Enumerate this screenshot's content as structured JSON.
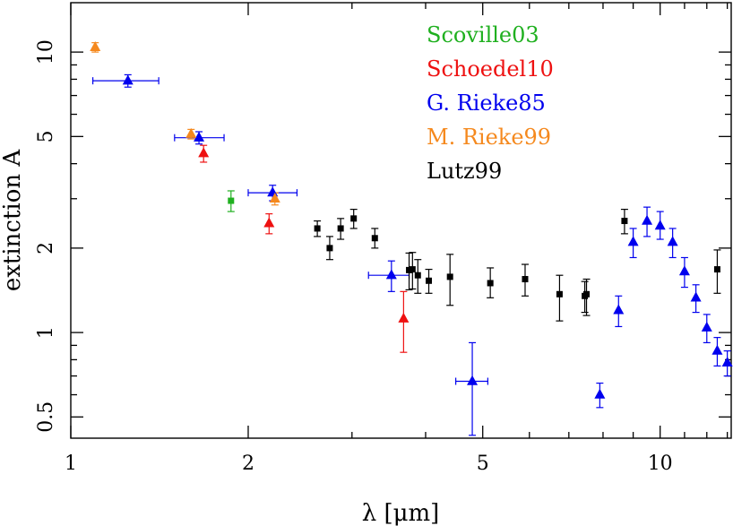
{
  "chart_data": {
    "type": "scatter",
    "xlabel": "λ [μm]",
    "ylabel": "extinction A",
    "x_scale": "log",
    "y_scale": "log",
    "xlim": [
      1.0,
      13.2
    ],
    "ylim": [
      0.42,
      15.0
    ],
    "x_ticks": [
      1,
      2,
      5,
      10
    ],
    "x_tick_labels": [
      "1",
      "2",
      "5",
      "10"
    ],
    "y_ticks": [
      0.5,
      1,
      2,
      5,
      10
    ],
    "y_tick_labels": [
      "0.5",
      "1",
      "2",
      "5",
      "10"
    ],
    "legend_placement": "top-center",
    "grid": false,
    "series": [
      {
        "name": "Scoville03",
        "color": "#1fb01f",
        "marker": "square",
        "points": [
          {
            "x": 1.87,
            "y": 2.95,
            "ylo": 2.7,
            "yhi": 3.2
          }
        ]
      },
      {
        "name": "Schoedel10",
        "color": "#ee1111",
        "marker": "triangle",
        "points": [
          {
            "x": 1.68,
            "y": 4.35,
            "ylo": 4.05,
            "yhi": 4.65
          },
          {
            "x": 2.17,
            "y": 2.45,
            "ylo": 2.25,
            "yhi": 2.65
          },
          {
            "x": 3.67,
            "y": 1.12,
            "ylo": 0.85,
            "yhi": 1.4
          }
        ]
      },
      {
        "name": "G. Rieke85",
        "color": "#0000ee",
        "marker": "triangle",
        "points": [
          {
            "x": 1.25,
            "y": 7.9,
            "xlo": 1.09,
            "xhi": 1.41,
            "ylo": 7.5,
            "yhi": 8.3
          },
          {
            "x": 1.65,
            "y": 4.95,
            "xlo": 1.5,
            "xhi": 1.82,
            "ylo": 4.7,
            "yhi": 5.2
          },
          {
            "x": 2.2,
            "y": 3.15,
            "xlo": 2.0,
            "xhi": 2.42,
            "ylo": 2.95,
            "yhi": 3.35
          },
          {
            "x": 3.5,
            "y": 1.6,
            "xlo": 3.2,
            "xhi": 3.75,
            "ylo": 1.4,
            "yhi": 1.8
          },
          {
            "x": 4.8,
            "y": 0.67,
            "xlo": 4.5,
            "xhi": 5.1,
            "ylo": 0.43,
            "yhi": 0.92
          },
          {
            "x": 7.9,
            "y": 0.6,
            "ylo": 0.54,
            "yhi": 0.66
          },
          {
            "x": 8.5,
            "y": 1.2,
            "ylo": 1.05,
            "yhi": 1.35
          },
          {
            "x": 9.0,
            "y": 2.1,
            "ylo": 1.85,
            "yhi": 2.35
          },
          {
            "x": 9.5,
            "y": 2.5,
            "ylo": 2.2,
            "yhi": 2.8
          },
          {
            "x": 10.0,
            "y": 2.4,
            "ylo": 2.15,
            "yhi": 2.7
          },
          {
            "x": 10.5,
            "y": 2.1,
            "ylo": 1.85,
            "yhi": 2.35
          },
          {
            "x": 11.0,
            "y": 1.65,
            "ylo": 1.45,
            "yhi": 1.85
          },
          {
            "x": 11.5,
            "y": 1.33,
            "ylo": 1.18,
            "yhi": 1.48
          },
          {
            "x": 12.0,
            "y": 1.04,
            "ylo": 0.92,
            "yhi": 1.16
          },
          {
            "x": 12.5,
            "y": 0.86,
            "ylo": 0.76,
            "yhi": 0.96
          },
          {
            "x": 13.0,
            "y": 0.78,
            "ylo": 0.7,
            "yhi": 0.86
          }
        ]
      },
      {
        "name": "M. Rieke99",
        "color": "#f5891e",
        "marker": "triangle",
        "points": [
          {
            "x": 1.1,
            "y": 10.4,
            "ylo": 10.0,
            "yhi": 10.8
          },
          {
            "x": 1.6,
            "y": 5.1,
            "ylo": 4.9,
            "yhi": 5.3
          },
          {
            "x": 2.22,
            "y": 3.0,
            "ylo": 2.85,
            "yhi": 3.15
          }
        ]
      },
      {
        "name": "Lutz99",
        "color": "#000000",
        "marker": "square",
        "points": [
          {
            "x": 2.62,
            "y": 2.35,
            "ylo": 2.2,
            "yhi": 2.5
          },
          {
            "x": 2.75,
            "y": 2.0,
            "ylo": 1.82,
            "yhi": 2.2
          },
          {
            "x": 2.87,
            "y": 2.35,
            "ylo": 2.15,
            "yhi": 2.55
          },
          {
            "x": 3.02,
            "y": 2.55,
            "ylo": 2.35,
            "yhi": 2.75
          },
          {
            "x": 3.28,
            "y": 2.17,
            "ylo": 2.0,
            "yhi": 2.35
          },
          {
            "x": 3.75,
            "y": 1.67,
            "ylo": 1.42,
            "yhi": 1.92
          },
          {
            "x": 3.8,
            "y": 1.68,
            "ylo": 1.43,
            "yhi": 1.93
          },
          {
            "x": 3.88,
            "y": 1.6,
            "ylo": 1.38,
            "yhi": 1.82
          },
          {
            "x": 4.05,
            "y": 1.53,
            "ylo": 1.38,
            "yhi": 1.68
          },
          {
            "x": 4.4,
            "y": 1.58,
            "ylo": 1.25,
            "yhi": 1.9
          },
          {
            "x": 5.15,
            "y": 1.5,
            "ylo": 1.33,
            "yhi": 1.7
          },
          {
            "x": 5.9,
            "y": 1.55,
            "ylo": 1.35,
            "yhi": 1.75
          },
          {
            "x": 6.75,
            "y": 1.37,
            "ylo": 1.1,
            "yhi": 1.6
          },
          {
            "x": 7.45,
            "y": 1.35,
            "ylo": 1.18,
            "yhi": 1.52
          },
          {
            "x": 7.5,
            "y": 1.37,
            "ylo": 1.15,
            "yhi": 1.55
          },
          {
            "x": 8.7,
            "y": 2.5,
            "ylo": 2.25,
            "yhi": 2.75
          },
          {
            "x": 12.5,
            "y": 1.68,
            "ylo": 1.38,
            "yhi": 1.97
          }
        ]
      }
    ]
  },
  "legend": {
    "entries": [
      {
        "label": "Scoville03",
        "color": "#1fb01f"
      },
      {
        "label": "Schoedel10",
        "color": "#ee1111"
      },
      {
        "label": "G. Rieke85",
        "color": "#0000ee"
      },
      {
        "label": "M. Rieke99",
        "color": "#f5891e"
      },
      {
        "label": "Lutz99",
        "color": "#000000"
      }
    ]
  }
}
